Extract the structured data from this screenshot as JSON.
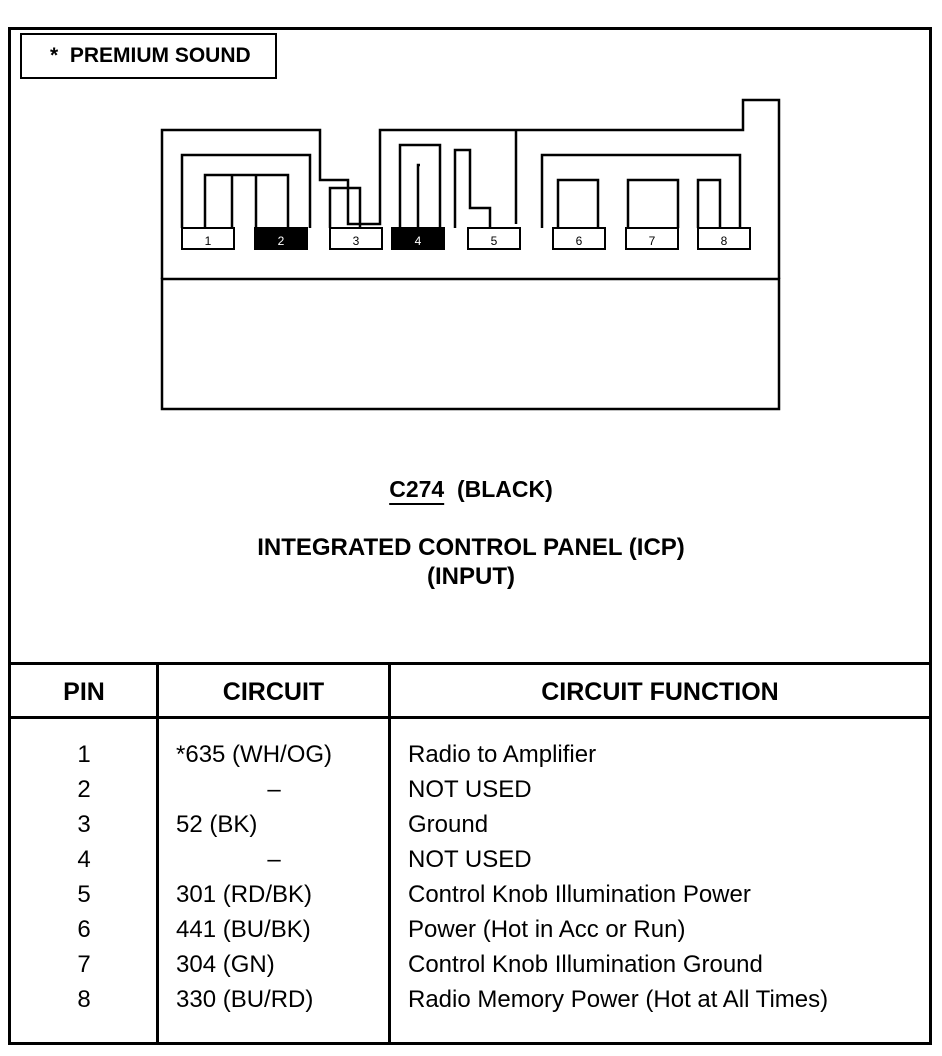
{
  "legend": {
    "text": "*  PREMIUM SOUND"
  },
  "connector": {
    "id": "C274",
    "color": "(BLACK)",
    "name": "INTEGRATED CONTROL PANEL (ICP)",
    "subtitle": "(INPUT)",
    "pins": [
      {
        "label": "1",
        "filled": false
      },
      {
        "label": "2",
        "filled": true
      },
      {
        "label": "3",
        "filled": false
      },
      {
        "label": "4",
        "filled": true
      },
      {
        "label": "5",
        "filled": false
      },
      {
        "label": "6",
        "filled": false
      },
      {
        "label": "7",
        "filled": false
      },
      {
        "label": "8",
        "filled": false
      }
    ]
  },
  "table": {
    "headers": {
      "pin": "PIN",
      "circuit": "CIRCUIT",
      "function": "CIRCUIT FUNCTION"
    },
    "rows": [
      {
        "pin": "1",
        "circuit": "*635 (WH/OG)",
        "function": "Radio to Amplifier"
      },
      {
        "pin": "2",
        "circuit": "–",
        "function": "NOT USED"
      },
      {
        "pin": "3",
        "circuit": "52 (BK)",
        "function": "Ground"
      },
      {
        "pin": "4",
        "circuit": "–",
        "function": "NOT USED"
      },
      {
        "pin": "5",
        "circuit": "301 (RD/BK)",
        "function": "Control Knob Illumination Power"
      },
      {
        "pin": "6",
        "circuit": "441 (BU/BK)",
        "function": "Power (Hot in Acc or Run)"
      },
      {
        "pin": "7",
        "circuit": "304 (GN)",
        "function": "Control Knob Illumination Ground"
      },
      {
        "pin": "8",
        "circuit": "330 (BU/RD)",
        "function": "Radio Memory Power (Hot at All Times)"
      }
    ]
  }
}
